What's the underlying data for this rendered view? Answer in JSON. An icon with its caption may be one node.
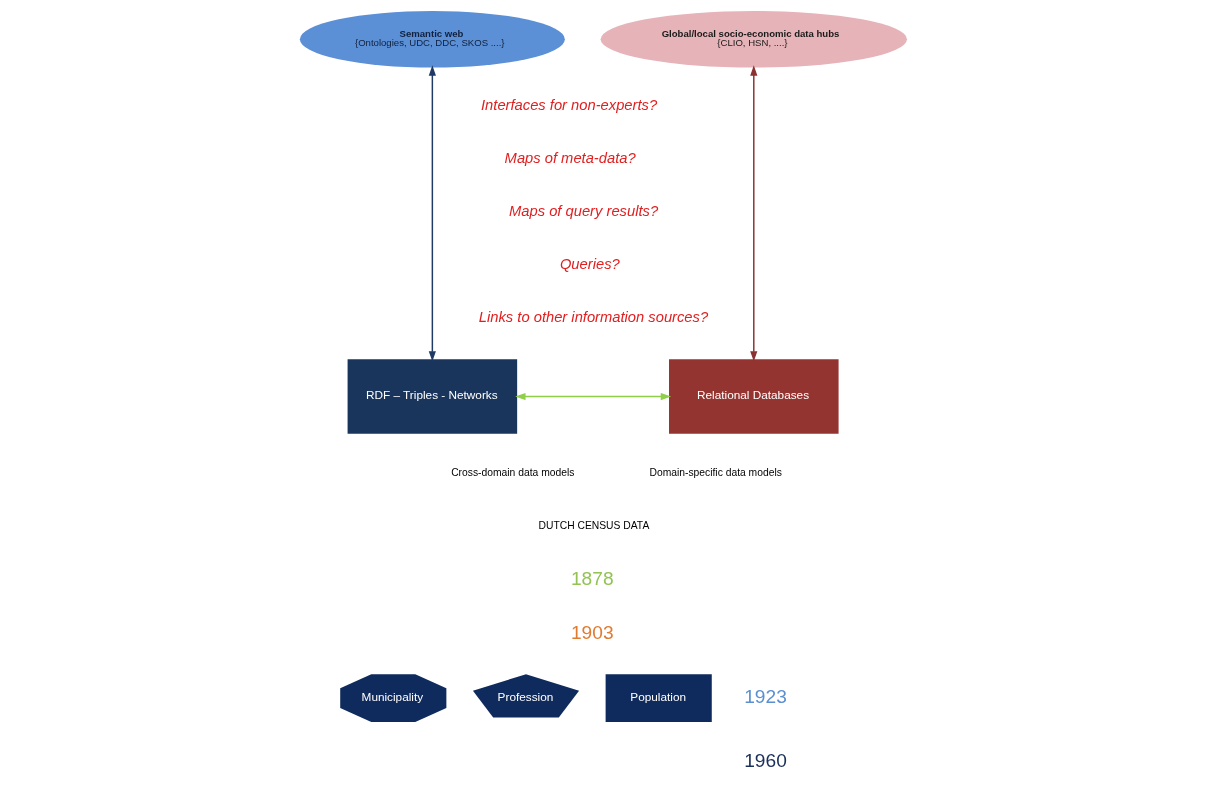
{
  "diagram": {
    "nodes": [
      {
        "text": [
          "Semantic web",
          "{Ontologies, UDC, DDC, SKOS ....}"
        ]
      },
      {
        "text": [
          "Global/local socio-economic data hubs",
          "{CLIO, HSN, ....}"
        ]
      },
      {
        "text": [
          "RDF – Triples - Networks"
        ],
        "beside": [
          "Cross-domain data models"
        ]
      },
      {
        "text": [
          "Relational Databases"
        ],
        "beside": [
          "Domain-specific data models"
        ]
      },
      {
        "text": [
          "Municipality"
        ]
      },
      {
        "text": [
          "Profession"
        ]
      },
      {
        "text": [
          "Population"
        ]
      }
    ],
    "edges": [
      {
        "from": 0,
        "to": 2,
        "arrow": "both",
        "color": "#1f3b63"
      },
      {
        "from": 1,
        "to": 3,
        "arrow": "both",
        "color": "#8b3232"
      },
      {
        "from": 2,
        "to": 3,
        "arrow": "both",
        "color": "#8fcf4a"
      }
    ],
    "labels": [
      "Interfaces for non-experts?",
      "Maps of meta-data?",
      "Maps of query results?",
      "Queries?",
      "Links to other information sources?",
      "DUTCH CENSUS DATA",
      "1878",
      "1903",
      "1923",
      "1960"
    ]
  }
}
